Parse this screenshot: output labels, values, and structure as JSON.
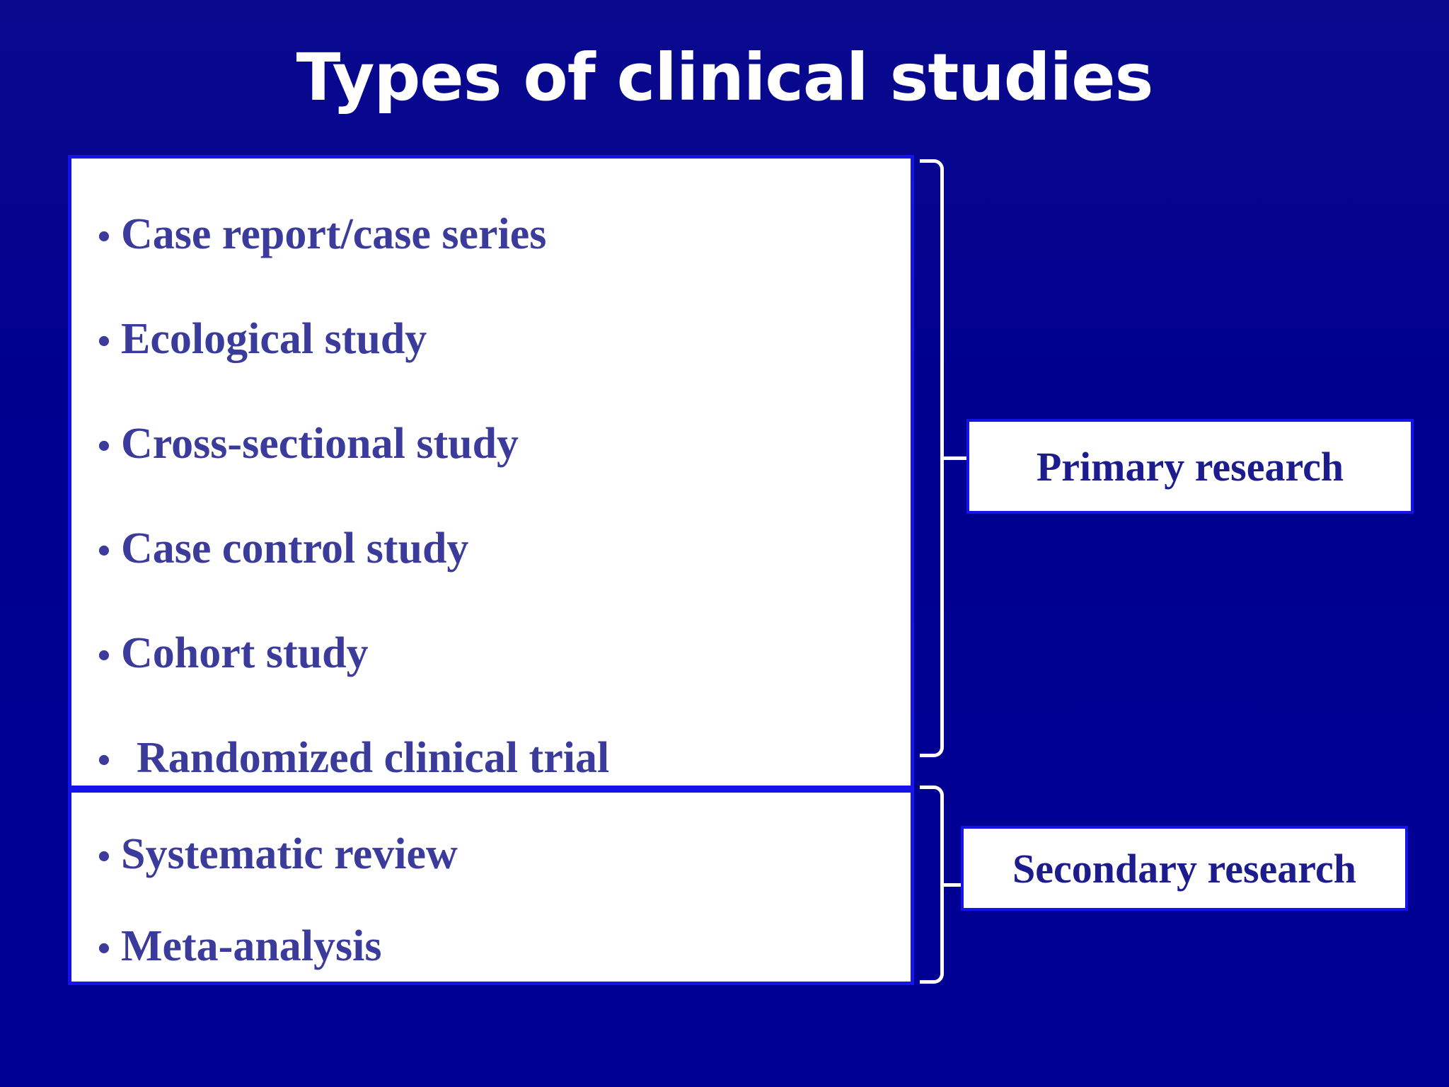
{
  "slide": {
    "title": "Types of clinical studies",
    "background_color": "#000094",
    "title_color": "#ffffff",
    "accent_border_color": "#1414ea",
    "bullet_text_color": "#3b3b9c",
    "label_text_color": "#1c1c8e"
  },
  "primary_group": {
    "label": "Primary research",
    "items": [
      {
        "bullet": "•",
        "text": "Case report/case series",
        "indented": false
      },
      {
        "bullet": "•",
        "text": "Ecological study",
        "indented": false
      },
      {
        "bullet": "•",
        "text": "Cross-sectional study",
        "indented": false
      },
      {
        "bullet": "•",
        "text": "Case control study",
        "indented": false
      },
      {
        "bullet": "•",
        "text": "Cohort study",
        "indented": false
      },
      {
        "bullet": "•",
        "text": "Randomized clinical trial",
        "indented": true
      }
    ]
  },
  "secondary_group": {
    "label": "Secondary research",
    "items": [
      {
        "bullet": "•",
        "text": "Systematic review",
        "indented": false
      },
      {
        "bullet": "•",
        "text": "Meta-analysis",
        "indented": false
      }
    ]
  }
}
